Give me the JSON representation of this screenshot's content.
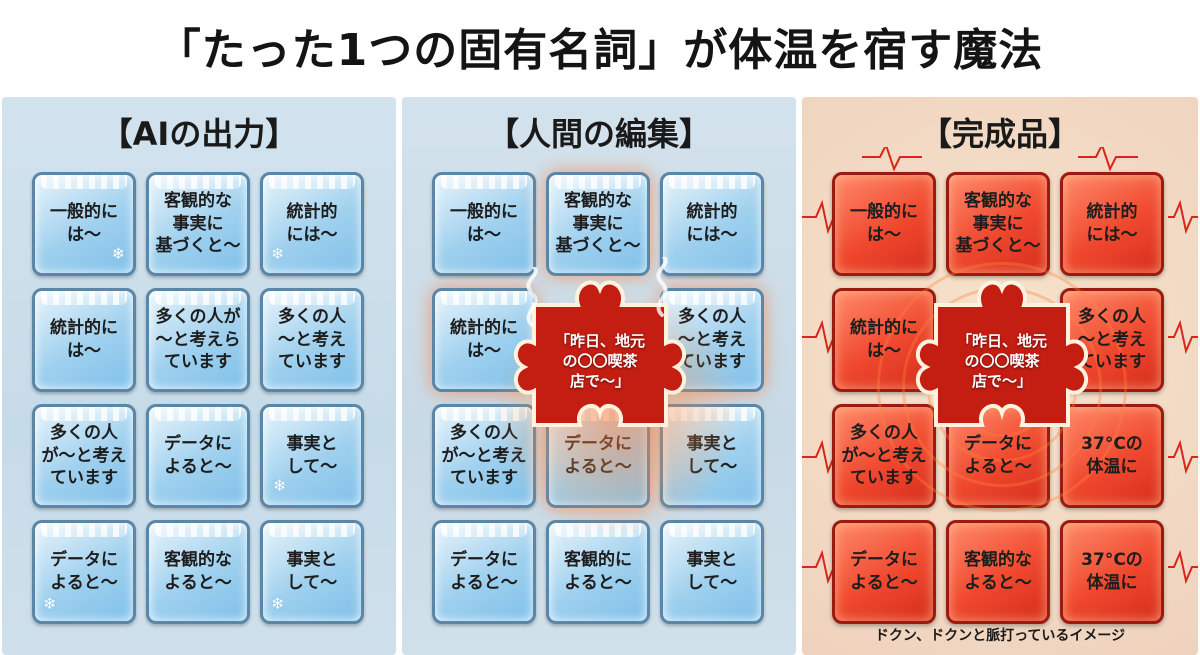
{
  "title": "「たった1つの固有名詞」が体温を宿す魔法",
  "panels": [
    {
      "title": "【AIの出力】",
      "tiles": [
        "一般的に\nは〜",
        "客観的な\n事実に\n基づくと〜",
        "統計的\nには〜",
        "統計的に\nは〜",
        "多くの人が\n〜と考えら\nています",
        "多くの人\n〜と考え\nています",
        "多くの人\nが〜と考え\nています",
        "データに\nよると〜",
        "事実と\nして〜",
        "データに\nよると〜",
        "客観的な\nよると〜",
        "事実と\nして〜"
      ]
    },
    {
      "title": "【人間の編集】",
      "tiles": [
        "一般的に\nは〜",
        "客観的な\n事実に\n基づくと〜",
        "統計的\nには〜",
        "統計的に\nは〜",
        "",
        "多くの人\n〜と考え\nています",
        "多くの人\nが〜と考え\nています",
        "データに\nよると〜",
        "事実と\nして〜",
        "データに\nよると〜",
        "客観的に\nよると〜",
        "事実と\nして〜"
      ],
      "puzzle_text": "「昨日、地元\nの〇〇喫茶\n店で〜」"
    },
    {
      "title": "【完成品】",
      "tiles": [
        "一般的に\nは〜",
        "客観的な\n事実に\n基づくと〜",
        "統計的\nには〜",
        "統計的に\nは〜",
        "",
        "多くの人\n〜と考え\nています",
        "多くの人\nが〜と考え\nています",
        "データに\nよると〜",
        "37°Cの\n体温に",
        "データに\nよると〜",
        "客観的な\nよると〜",
        "37°Cの\n体温に"
      ],
      "puzzle_text": "「昨日、地元\nの〇〇喫茶\n店で〜」",
      "caption": "ドクン、ドクンと脈打っているイメージ"
    }
  ],
  "icons": {
    "snowflake": "snowflake-icon",
    "puzzle": "puzzle-piece-icon",
    "pulse": "heartbeat-line-icon",
    "steam": "steam-icon"
  },
  "colors": {
    "ice": "#9fd0ee",
    "ice_border": "#5a86a8",
    "warm": "#f0492f",
    "warm_border": "#9b1b12",
    "puzzle": "#c41d12",
    "pulse": "#d8261a"
  }
}
